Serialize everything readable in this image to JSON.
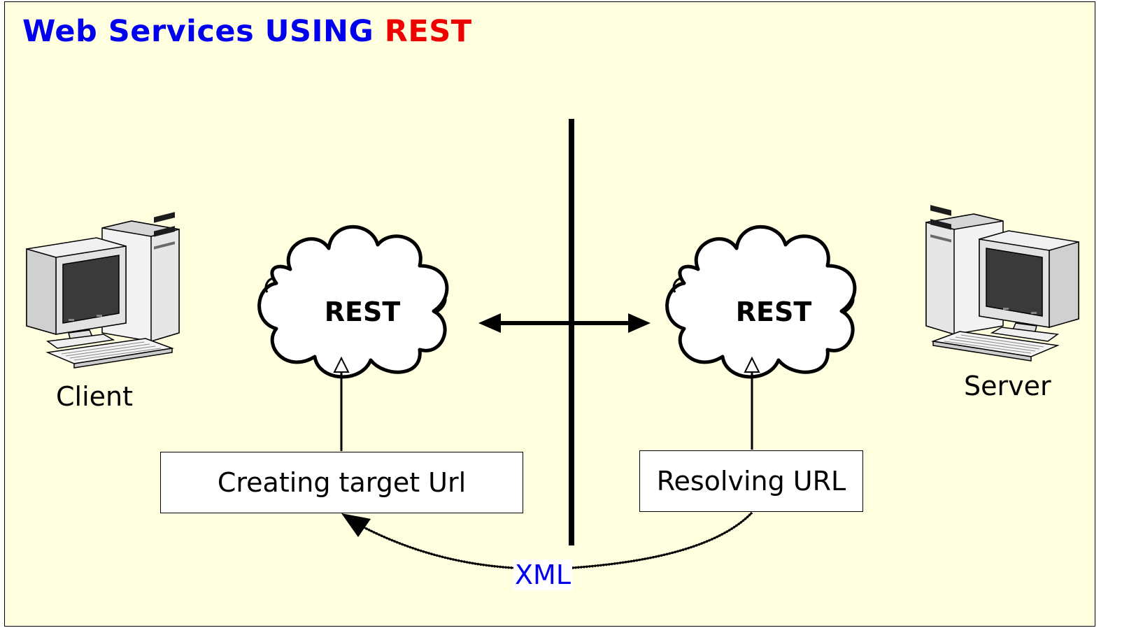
{
  "title": {
    "prefix": "Web Services USING",
    "highlight": "REST"
  },
  "colors": {
    "title_blue": "#0000ee",
    "title_red": "#ee0000",
    "background": "#ffffdf",
    "xml_text": "#0000ee"
  },
  "nodes": {
    "client": {
      "label": "Client",
      "icon": "desktop-computer-icon"
    },
    "server": {
      "label": "Server",
      "icon": "desktop-computer-icon"
    },
    "cloud_left": {
      "label": "REST"
    },
    "cloud_right": {
      "label": "REST"
    },
    "box_left": {
      "label": "Creating target Url"
    },
    "box_right": {
      "label": "Resolving URL"
    },
    "exchange": {
      "label": "XML"
    }
  }
}
